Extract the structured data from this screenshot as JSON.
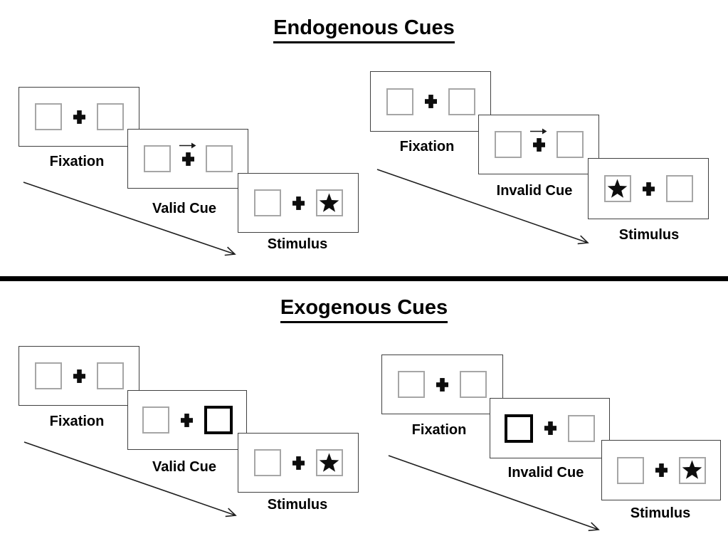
{
  "sections": [
    {
      "title": "Endogenous Cues",
      "sequences": [
        {
          "name": "endogenous-valid",
          "panels": [
            {
              "label": "Fixation",
              "kind": "fixation"
            },
            {
              "label": "Valid Cue",
              "kind": "cue-arrow",
              "cue": "right-arrow-above-fixation-cross"
            },
            {
              "label": "Stimulus",
              "kind": "stimulus",
              "star_side": "right"
            }
          ]
        },
        {
          "name": "endogenous-invalid",
          "panels": [
            {
              "label": "Fixation",
              "kind": "fixation"
            },
            {
              "label": "Invalid Cue",
              "kind": "cue-arrow",
              "cue": "right-arrow-above-fixation-cross"
            },
            {
              "label": "Stimulus",
              "kind": "stimulus",
              "star_side": "left"
            }
          ]
        }
      ]
    },
    {
      "title": "Exogenous Cues",
      "sequences": [
        {
          "name": "exogenous-valid",
          "panels": [
            {
              "label": "Fixation",
              "kind": "fixation"
            },
            {
              "label": "Valid Cue",
              "kind": "cue-box",
              "cue_side": "right"
            },
            {
              "label": "Stimulus",
              "kind": "stimulus",
              "star_side": "right"
            }
          ]
        },
        {
          "name": "exogenous-invalid",
          "panels": [
            {
              "label": "Fixation",
              "kind": "fixation"
            },
            {
              "label": "Invalid Cue",
              "kind": "cue-box",
              "cue_side": "left"
            },
            {
              "label": "Stimulus",
              "kind": "stimulus",
              "star_side": "right"
            }
          ]
        }
      ]
    }
  ],
  "icons": {
    "fixation_cross": "bold-plus-cross",
    "cue_arrow": "small-right-arrow",
    "stimulus_star": "black-five-point-star",
    "sequence_arrow": "diagonal-down-right-arrow"
  },
  "colors": {
    "background": "#ffffff",
    "ink": "#000000",
    "panel_border": "#404040",
    "placeholder_box_border": "#a6a6a6",
    "cue_box_border": "#000000"
  }
}
